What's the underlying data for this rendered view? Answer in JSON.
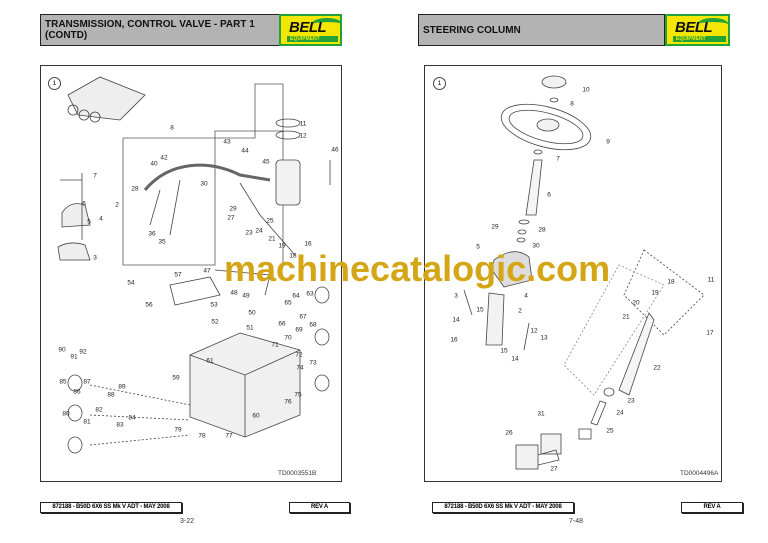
{
  "left_page": {
    "title": "TRANSMISSION, CONTROL VALVE - PART 1 (CONTD)",
    "logo_text": "BELL",
    "logo_subtext": "EQUIPMENT",
    "figure_number": "1",
    "callouts": [
      "8",
      "11",
      "12",
      "46",
      "43",
      "44",
      "45",
      "42",
      "40",
      "30",
      "7",
      "2",
      "6",
      "4",
      "5",
      "3",
      "28",
      "29",
      "27",
      "25",
      "24",
      "23",
      "36",
      "35",
      "21",
      "19",
      "18",
      "16",
      "57",
      "47",
      "54",
      "48",
      "49",
      "56",
      "53",
      "50",
      "52",
      "51",
      "64",
      "63",
      "65",
      "66",
      "67",
      "68",
      "69",
      "70",
      "71",
      "72",
      "73",
      "74",
      "75",
      "76",
      "90",
      "92",
      "91",
      "61",
      "59",
      "85",
      "87",
      "86",
      "89",
      "88",
      "80",
      "82",
      "81",
      "84",
      "83",
      "60",
      "79",
      "78",
      "77"
    ],
    "drawing_ref": "TD0003551B",
    "footer_doc": "872188 - B50D 6X6 SS Mk V ADT - MAY 2008",
    "footer_rev": "REV A",
    "page_number": "3-22"
  },
  "right_page": {
    "title": "STEERING COLUMN",
    "logo_text": "BELL",
    "logo_subtext": "EQUIPMENT",
    "figure_number": "1",
    "callouts": [
      "10",
      "8",
      "9",
      "7",
      "6",
      "29",
      "28",
      "30",
      "5",
      "3",
      "4",
      "2",
      "15",
      "14",
      "16",
      "15",
      "14",
      "12",
      "13",
      "18",
      "11",
      "19",
      "20",
      "21",
      "17",
      "22",
      "23",
      "24",
      "25",
      "31",
      "26",
      "27"
    ],
    "drawing_ref": "TD0004496A",
    "footer_doc": "872188 - B50D 6X6 SS Mk V ADT - MAY 2008",
    "footer_rev": "REV A",
    "page_number": "7-48"
  },
  "watermark": "machinecatalogic.com",
  "colors": {
    "title_bg": "#b3b3b3",
    "logo_yellow": "#f3e600",
    "logo_green": "#22a33a",
    "watermark": "#d4a514"
  }
}
